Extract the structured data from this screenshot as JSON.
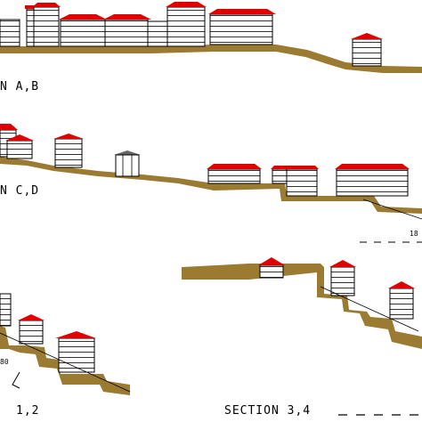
{
  "labels": {
    "section_ab": "N A,B",
    "section_cd": "N C,D",
    "section_12": "1,2",
    "section_34": "SECTION 3,4",
    "dim_180_right": "18",
    "dim_180_left": "80"
  },
  "colors": {
    "roof": "#e00000",
    "ground": "#9b7a32",
    "building_fill": "#ffffff",
    "line": "#000000"
  }
}
